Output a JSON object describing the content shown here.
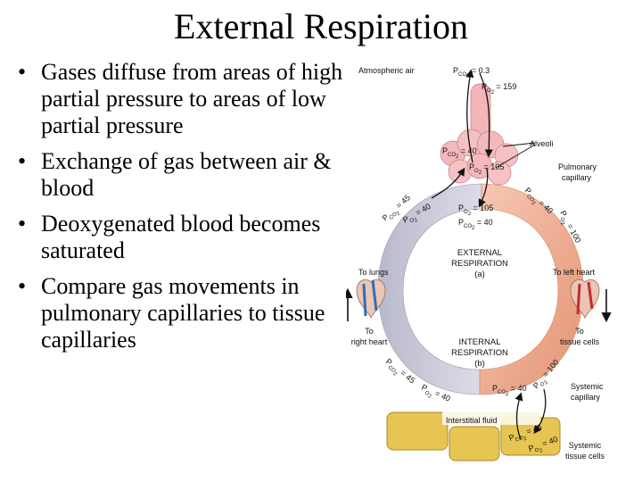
{
  "title": "External Respiration",
  "bullets": [
    "Gases diffuse from areas of high partial pressure to areas of low partial pressure",
    "Exchange of gas between air & blood",
    "Deoxygenated blood becomes saturated",
    "Compare gas movements in pulmonary capillaries to tissue capillaries"
  ],
  "diagram": {
    "atmospheric_air": "Atmospheric air",
    "alveoli": "Alveoli",
    "pulmonary_capillary": [
      "Pulmonary",
      "capillary"
    ],
    "external_respiration": [
      "EXTERNAL",
      "RESPIRATION",
      "(a)"
    ],
    "internal_respiration": [
      "INTERNAL",
      "RESPIRATION",
      "(b)"
    ],
    "to_lungs": "To lungs",
    "to_right_heart": [
      "To",
      "right heart"
    ],
    "to_left_heart": "To left heart",
    "to_tissue_cells": [
      "To",
      "tissue cells"
    ],
    "systemic_capillary": [
      "Systemic",
      "capillary"
    ],
    "interstitial_fluid": "Interstitial fluid",
    "systemic_tissue_cells": [
      "Systemic",
      "tissue cells"
    ],
    "p": "P",
    "co2": "CO",
    "two": "2",
    "o2": "O",
    "values": {
      "atm_co2": "= 0.3",
      "atm_o2": "= 159",
      "alv_co2": "= 40",
      "alv_o2": "= 105",
      "pulm_left_co2": "= 45",
      "pulm_left_o2": "= 40",
      "pulm_mid_o2": "= 105",
      "pulm_mid_co2": "= 40",
      "pulm_right_co2": "= 40",
      "pulm_right_o2": "= 100",
      "sys_left_co2": "= 45",
      "sys_left_o2": "= 40",
      "sys_right_co2": "= 40",
      "sys_right_o2": "= 100",
      "tissue_co2": "= 45",
      "tissue_o2": "= 40"
    }
  }
}
